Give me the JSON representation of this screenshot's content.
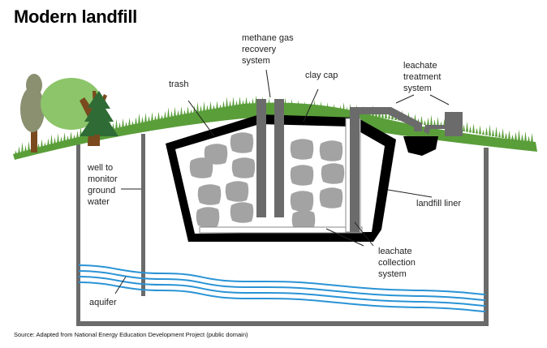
{
  "title": "Modern landfill",
  "source": "Source: Adapted from National Energy Education Development Project (public domain)",
  "labels": {
    "methane": [
      "methane gas",
      "recovery",
      "system"
    ],
    "clay_cap": [
      "clay cap"
    ],
    "trash": [
      "trash"
    ],
    "leachate_treatment": [
      "leachate",
      "treatment",
      "system"
    ],
    "well": [
      "well to",
      "monitor",
      "ground",
      "water"
    ],
    "liner": [
      "landfill liner"
    ],
    "leachate_collection": [
      "leachate",
      "collection",
      "system"
    ],
    "aquifer": [
      "aquifer"
    ]
  },
  "colors": {
    "grass": "#5a9e3a",
    "pipe": "#6b6b6b",
    "trash": "#a3a3a3",
    "liner": "#000000",
    "water": "#2a93d5",
    "tree_light": "#8cc56a",
    "tree_dark": "#2f6b35",
    "tree_grey": "#8a9070",
    "trunk": "#7a4a1e"
  }
}
